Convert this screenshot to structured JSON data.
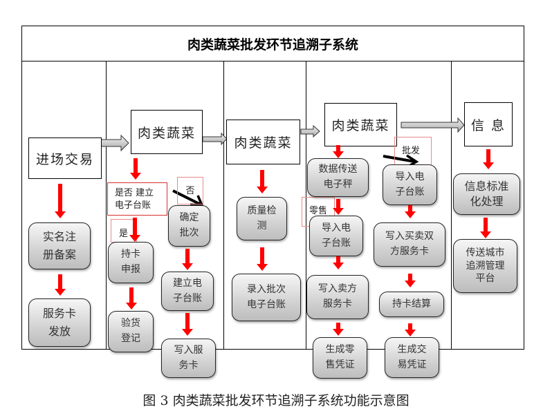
{
  "diagram": {
    "title": "肉类蔬菜批发环节追溯子系统",
    "caption": "图 3  肉类蔬菜批发环节追溯子系统功能示意图",
    "accent_color": "#ff0000",
    "lanes": [
      {
        "header": "进场交易",
        "steps": [
          "实名注册备案",
          "服务卡发放"
        ]
      },
      {
        "header": "肉类蔬菜",
        "decision": "是否建立电子台账",
        "yes_label": "是",
        "no_label": "否",
        "yes_branch": [
          "持卡申报",
          "验货登记"
        ],
        "no_branch": [
          "确定批次",
          "建立电子台账",
          "写入服务卡"
        ]
      },
      {
        "header": "肉类蔬菜",
        "steps": [
          "质量检测",
          "录入批次电子台账"
        ]
      },
      {
        "header": "肉类蔬菜",
        "retail_label": "零售",
        "wholesale_label": "批发",
        "retail_branch": [
          "数据传送电子秤",
          "导入电子台账",
          "写入卖方服务卡",
          "生成零售凭证"
        ],
        "wholesale_branch": [
          "导入电子台账",
          "写入买卖双方服务卡",
          "持卡结算",
          "生成交易凭证"
        ]
      },
      {
        "header": "信 息",
        "steps": [
          "信息标准化处理",
          "传送城市追溯管理平台"
        ]
      }
    ],
    "display_lines": {
      "l1_s1": [
        "实名注",
        "册备案"
      ],
      "l1_s2": [
        "服务卡",
        "发放"
      ],
      "l2_dec": [
        "是否 建立",
        "电子台账"
      ],
      "l2_y1": [
        "持卡",
        "申报"
      ],
      "l2_y2": [
        "验货",
        "登记"
      ],
      "l2_n1": [
        "确定",
        "批次"
      ],
      "l2_n2": [
        "建立电",
        "子台账"
      ],
      "l2_n3": [
        "写入服",
        "务卡"
      ],
      "l3_s1": [
        "质量检",
        "测"
      ],
      "l3_s2": [
        "录入批次",
        "电子台账"
      ],
      "l4_r1": [
        "数据传送",
        "电子秤"
      ],
      "l4_r2": [
        "导入电",
        "子台账"
      ],
      "l4_r3": [
        "写入卖方",
        "服务卡"
      ],
      "l4_r4": [
        "生成零",
        "售凭证"
      ],
      "l4_w1": [
        "导入电",
        "子台账"
      ],
      "l4_w2": [
        "写入买卖双",
        "方服务卡"
      ],
      "l4_w3": [
        "持卡结算"
      ],
      "l4_w4": [
        "生成交",
        "易凭证"
      ],
      "l5_s1": [
        "信息标准",
        "化处理"
      ],
      "l5_s2": [
        "传送城市",
        "追溯管理",
        "平台"
      ]
    }
  }
}
